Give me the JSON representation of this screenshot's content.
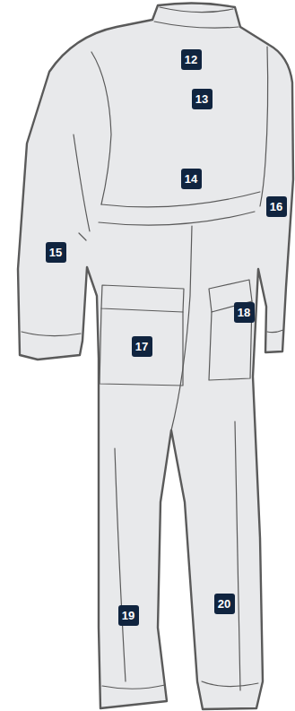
{
  "diagram": {
    "labels": [
      "12",
      "13",
      "14",
      "15",
      "16",
      "17",
      "18",
      "19",
      "20"
    ]
  }
}
